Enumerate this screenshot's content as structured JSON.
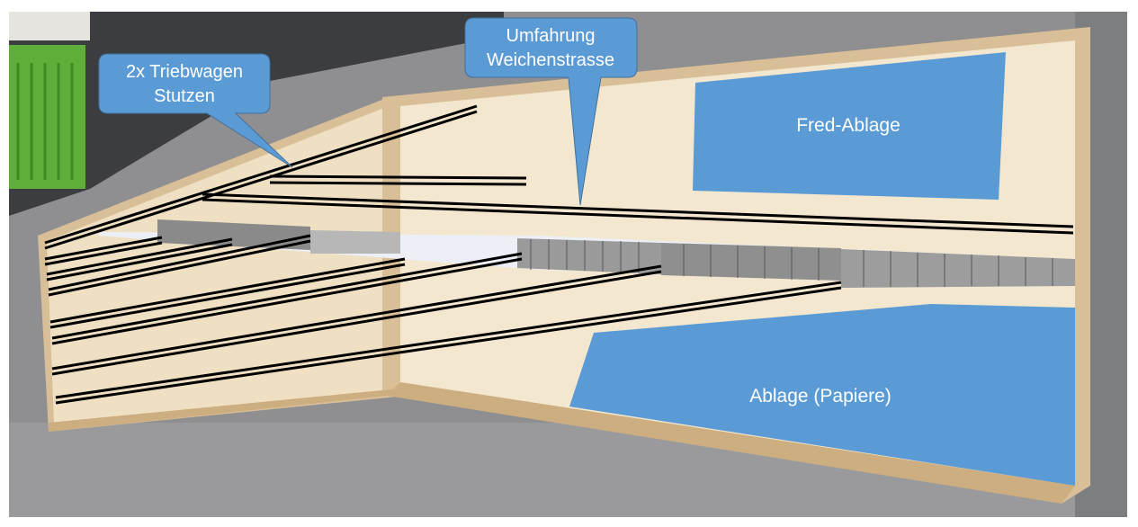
{
  "callouts": [
    {
      "id": "triebwagen",
      "lines": [
        "2x Triebwagen",
        "Stutzen"
      ]
    },
    {
      "id": "umfahrung",
      "lines": [
        "Umfahrung",
        "Weichenstrasse"
      ]
    }
  ],
  "areas": [
    {
      "id": "fred",
      "label": "Fred-Ablage"
    },
    {
      "id": "papiere",
      "label": "Ablage (Papiere)"
    }
  ],
  "colors": {
    "callout_fill": "#5b9bd5",
    "area_fill": "#5b9bd5",
    "track_line": "#000000",
    "board_wood": "#eedfc4",
    "floor": "#3a3b3d"
  }
}
